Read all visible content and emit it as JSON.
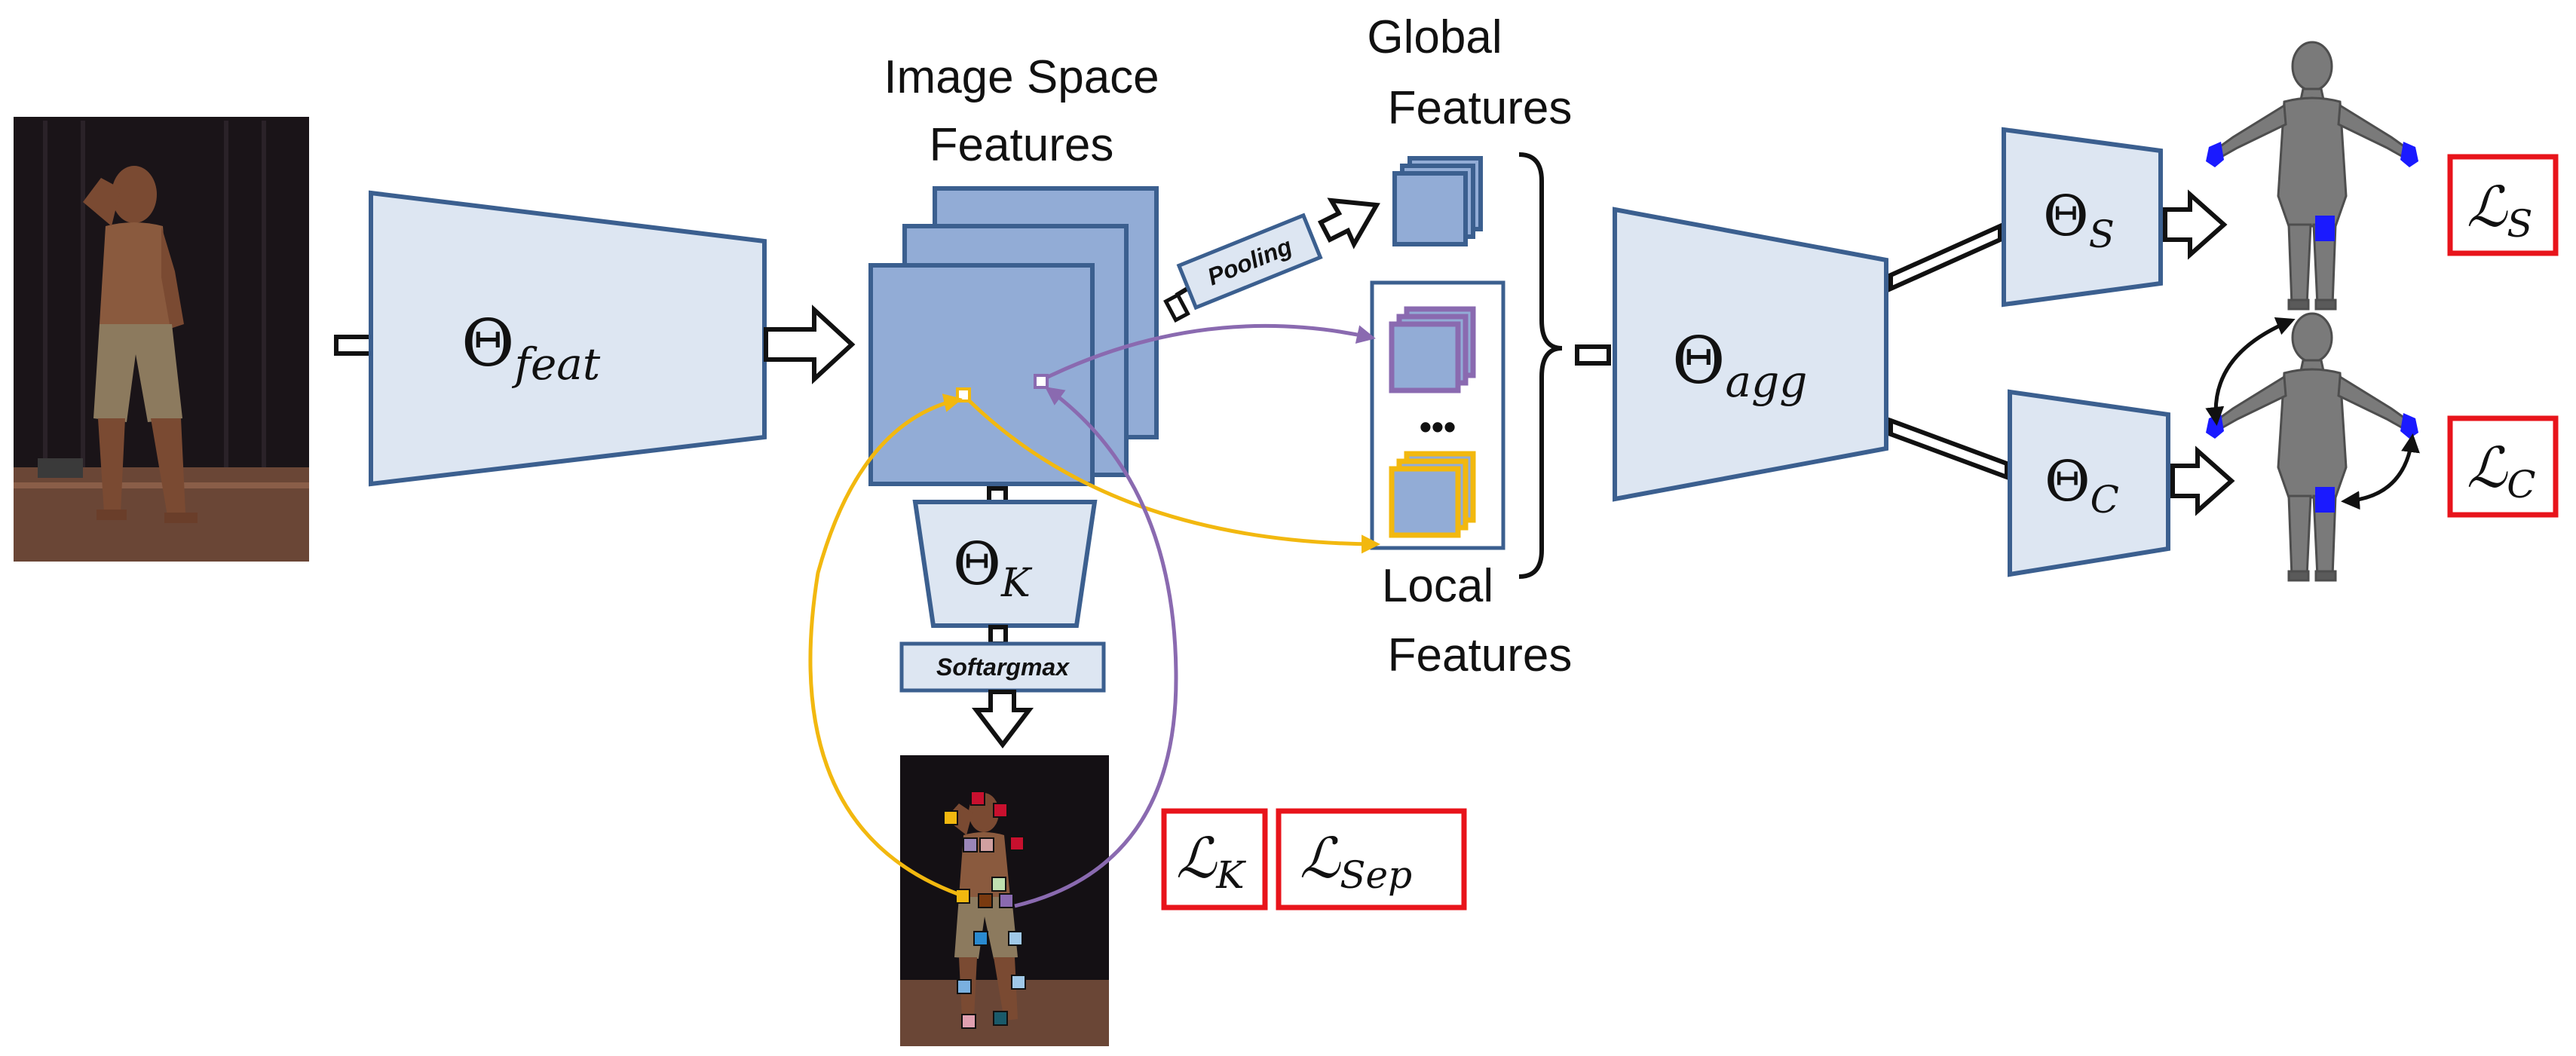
{
  "labels": {
    "image_space_features_1": "Image Space",
    "image_space_features_2": "Features",
    "global_features_1": "Global",
    "global_features_2": "Features",
    "local_features_1": "Local",
    "local_features_2": "Features",
    "pooling": "Pooling",
    "softargmax": "Softargmax",
    "ellipsis": "•••"
  },
  "modules": {
    "feat": {
      "symbol": "Θ",
      "sub": "feat"
    },
    "k": {
      "symbol": "Θ",
      "sub": "K"
    },
    "agg": {
      "symbol": "Θ",
      "sub": "agg"
    },
    "s": {
      "symbol": "Θ",
      "sub": "S"
    },
    "c": {
      "symbol": "Θ",
      "sub": "C"
    }
  },
  "losses": {
    "k": {
      "symbol": "ℒ",
      "sub": "K"
    },
    "sep": {
      "symbol": "ℒ",
      "sub": "Sep"
    },
    "s": {
      "symbol": "ℒ",
      "sub": "S"
    },
    "c": {
      "symbol": "ℒ",
      "sub": "C"
    }
  },
  "colors": {
    "module_fill": "#dde6f2",
    "module_stroke": "#3b5f8f",
    "feature_fill": "#92acd6",
    "local_purple": "#8a6ab0",
    "local_yellow": "#f2b80f",
    "loss_red": "#e8141b",
    "highlight_blue": "#1a1aff"
  },
  "icons": [
    "input-photo",
    "keypoint-photo",
    "body-mesh-shape",
    "body-mesh-consistency"
  ]
}
